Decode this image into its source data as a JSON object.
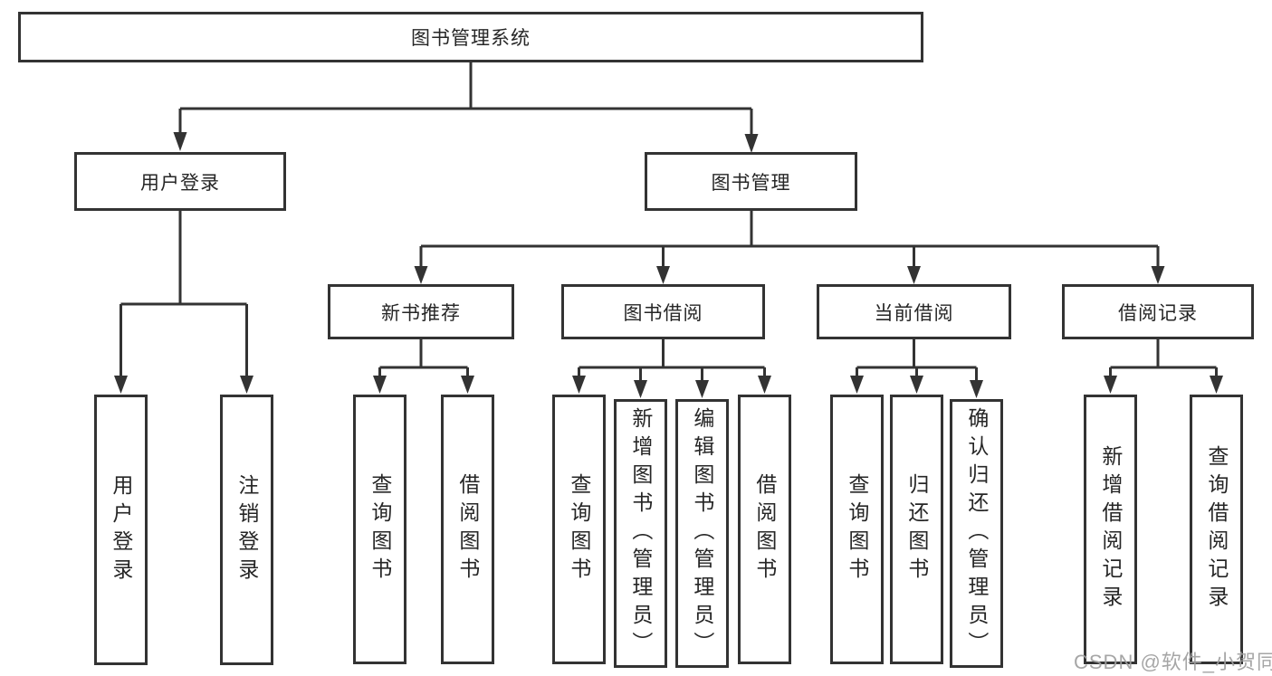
{
  "diagram": {
    "tree": {
      "label": "图书管理系统",
      "children": [
        {
          "label": "用户登录",
          "children": [
            {
              "label": "用户登录"
            },
            {
              "label": "注销登录"
            }
          ]
        },
        {
          "label": "图书管理",
          "children": [
            {
              "label": "新书推荐",
              "children": [
                {
                  "label": "查询图书"
                },
                {
                  "label": "借阅图书"
                }
              ]
            },
            {
              "label": "图书借阅",
              "children": [
                {
                  "label": "查询图书"
                },
                {
                  "label": "新增图书（管理员）"
                },
                {
                  "label": "编辑图书（管理员）"
                },
                {
                  "label": "借阅图书"
                }
              ]
            },
            {
              "label": "当前借阅",
              "children": [
                {
                  "label": "查询图书"
                },
                {
                  "label": "归还图书"
                },
                {
                  "label": "确认归还（管理员）"
                }
              ]
            },
            {
              "label": "借阅记录",
              "children": [
                {
                  "label": "新增借阅记录"
                },
                {
                  "label": "查询借阅记录"
                }
              ]
            }
          ]
        }
      ]
    }
  },
  "watermark": {
    "text": "CSDN @软件_小贺同学"
  },
  "colors": {
    "line": "#333333",
    "box_border": "#333333",
    "text": "#262626",
    "background": "#ffffff",
    "watermark": "#9e9e9e"
  }
}
